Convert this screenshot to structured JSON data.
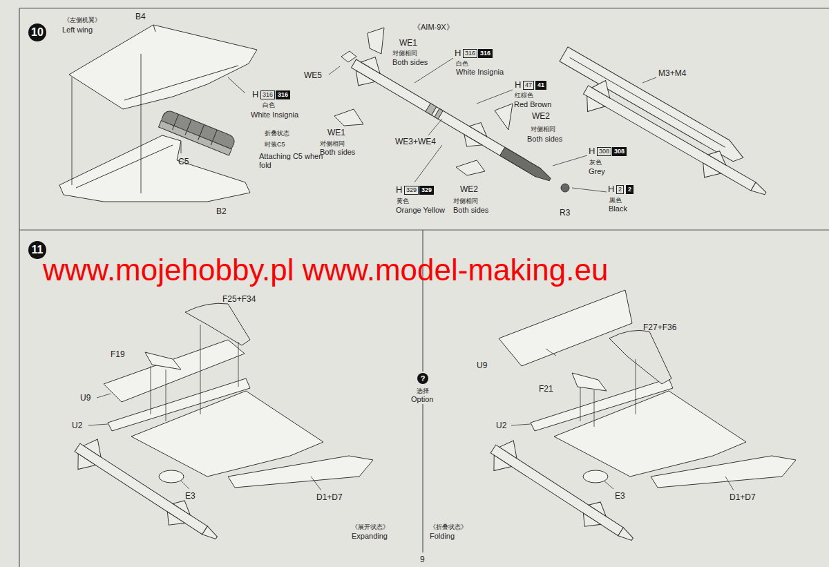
{
  "diagram": {
    "nodes": [
      {
        "text": [
          "10"
        ]
      },
      {
        "text": [
          "11"
        ]
      },
      {
        "text": [
          "?"
        ]
      }
    ],
    "labels": [
      "《左侧机翼》",
      "Left wing",
      "B4",
      "H",
      "316",
      "316",
      "白色",
      "White Insignia",
      "折叠状态",
      "时装C5",
      "Attaching C5 when fold",
      "C5",
      "B2",
      "《AIM-9X》",
      "WE1",
      "对侧相同",
      "Both sides",
      "WE5",
      "H",
      "316",
      "316",
      "白色",
      "White Insignia",
      "WE1",
      "对侧相同",
      "Both sides",
      "H",
      "47",
      "41",
      "红棕色",
      "Red Brown",
      "WE2",
      "对侧相同",
      "Both sides",
      "WE3+WE4",
      "H",
      "308",
      "308",
      "灰色",
      "Grey",
      "H",
      "329",
      "329",
      "黄色",
      "Orange Yellow",
      "WE2",
      "对侧相同",
      "Both sides",
      "R3",
      "H",
      "2",
      "2",
      "黑色",
      "Black",
      "M3+M4",
      "www.mojehobby.pl www.model-making.eu",
      "F25+F34",
      "F19",
      "U9",
      "U2",
      "E3",
      "D1+D7",
      "《展开状态》",
      "Expanding",
      "选择",
      "Option",
      "U9",
      "F27+F36",
      "F21",
      "U2",
      "E3",
      "D1+D7",
      "《折叠状态》",
      "Folding",
      "9"
    ]
  }
}
